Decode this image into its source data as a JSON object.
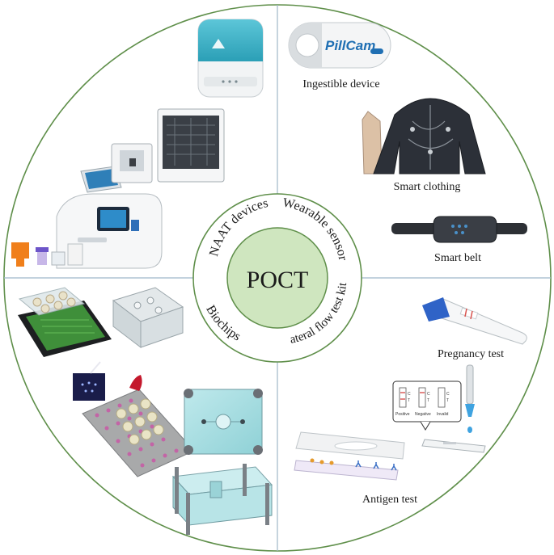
{
  "center": {
    "label": "POCT",
    "fill": "#cfe6bf",
    "stroke": "#5f8f4a"
  },
  "ring_color": "#5f8f4a",
  "divider_color": "#9fb8c9",
  "categories": {
    "naat": "NAAT devices",
    "wearable": "Wearable sensors",
    "lateral": "Lateral flow test kits",
    "biochips": "Biochips"
  },
  "examples": {
    "ingestible": "Ingestible device",
    "clothing": "Smart clothing",
    "belt": "Smart belt",
    "pregnancy": "Pregnancy test",
    "antigen": "Antigen test"
  },
  "brand": {
    "pillcam": "PillCam"
  },
  "test_marks": {
    "c": "C",
    "t": "T",
    "positive": "Positive",
    "negative": "Negative",
    "invalid": "Invalid"
  }
}
